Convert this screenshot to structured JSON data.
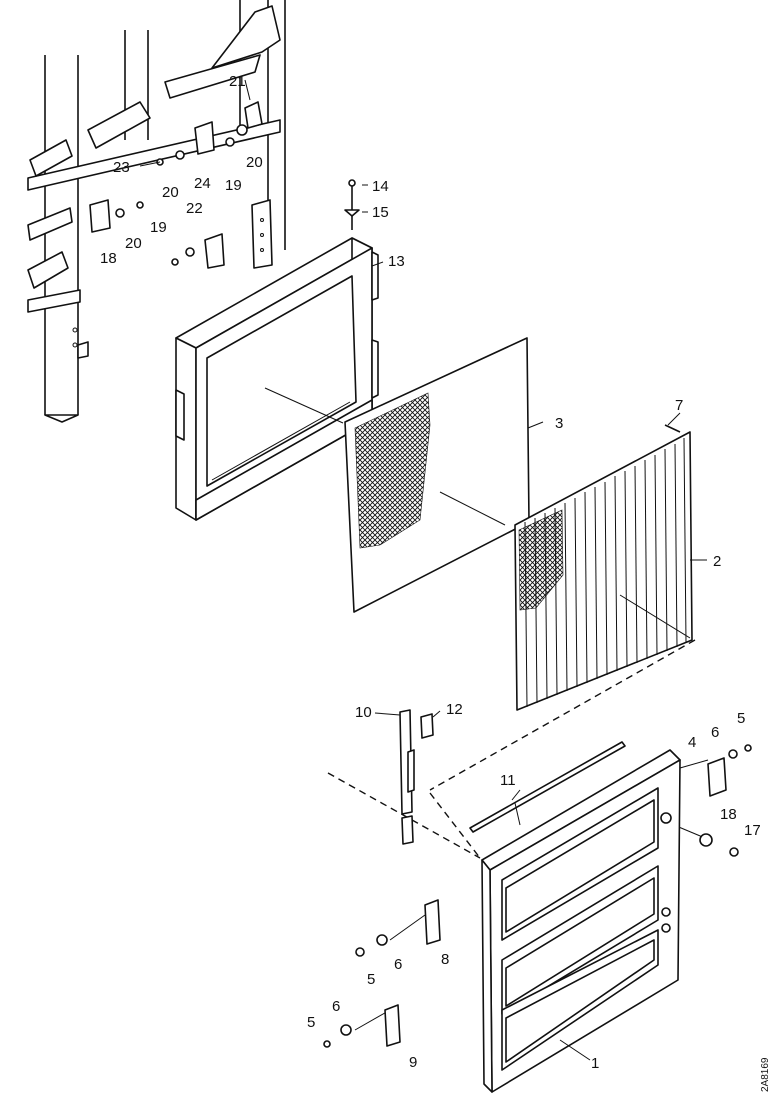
{
  "figure_id": "2A8169",
  "callouts": {
    "c1": "1",
    "c2": "2",
    "c3": "3",
    "c4": "4",
    "c5a": "5",
    "c5b": "5",
    "c5c": "5",
    "c6a": "6",
    "c6b": "6",
    "c6c": "6",
    "c7": "7",
    "c8": "8",
    "c9": "9",
    "c10": "10",
    "c11": "11",
    "c12": "12",
    "c13": "13",
    "c14": "14",
    "c15": "15",
    "c17": "17",
    "c18a": "18",
    "c18b": "18",
    "c19a": "19",
    "c19b": "19",
    "c20a": "20",
    "c20b": "20",
    "c20c": "20",
    "c21": "21",
    "c22": "22",
    "c23": "23",
    "c24": "24"
  }
}
